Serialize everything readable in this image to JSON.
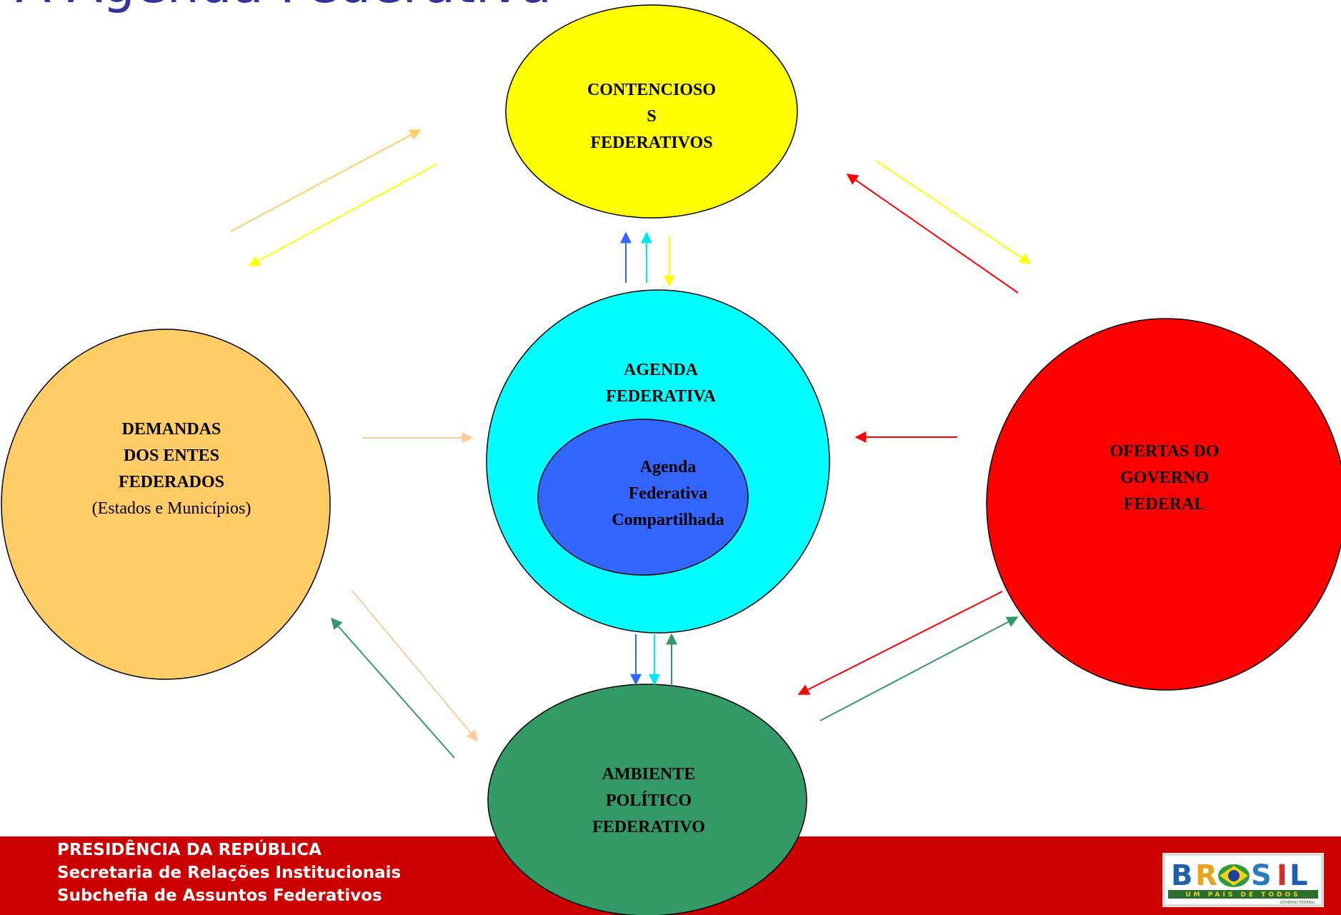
{
  "title": "A Agenda Federativa",
  "colors": {
    "title": "#3333a0",
    "contenciosos": "#ffff00",
    "agenda": "#00ffff",
    "agenda_inner": "#3366ff",
    "demandas": "#ffcc66",
    "ofertas": "#ff0000",
    "ambiente": "#339966",
    "footer": "#cc0000"
  },
  "nodes": {
    "contenciosos": {
      "line1": "CONTENCIOSO",
      "line2": "S",
      "line3": "FEDERATIVOS"
    },
    "agenda": {
      "line1": "AGENDA",
      "line2": "FEDERATIVA"
    },
    "agenda_inner": {
      "line1": "Agenda",
      "line2": "Federativa",
      "line3": "Compartilhada"
    },
    "demandas": {
      "line1": "DEMANDAS",
      "line2": "DOS ENTES",
      "line3": "FEDERADOS",
      "line4": "(Estados e Municípios)"
    },
    "ofertas": {
      "line1": "OFERTAS DO",
      "line2": "GOVERNO",
      "line3": "FEDERAL"
    },
    "ambiente": {
      "line1": "AMBIENTE",
      "line2": "POLÍTICO",
      "line3": "FEDERATIVO"
    }
  },
  "footer": {
    "line1": "PRESIDÊNCIA DA REPÚBLICA",
    "line2": "Secretaria de Relações Institucionais",
    "line3": "Subchefia de Assuntos Federativos"
  },
  "logo": {
    "word": "BRASIL",
    "tagline": "UM PAÍS DE TODOS",
    "subline": "GOVERNO FEDERAL"
  }
}
